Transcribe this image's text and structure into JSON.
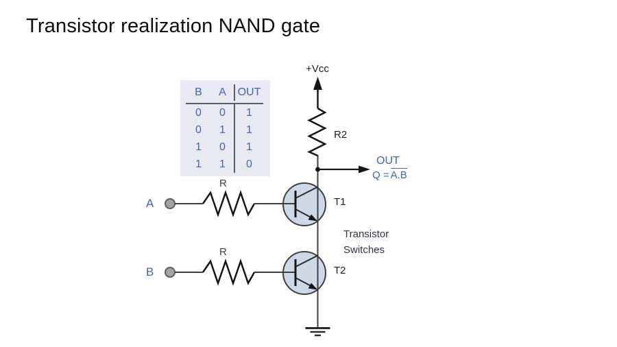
{
  "title": "Transistor realization NAND gate",
  "truth_table": {
    "headers": {
      "b": "B",
      "a": "A",
      "out": "OUT"
    },
    "rows": [
      {
        "b": "0",
        "a": "0",
        "out": "1"
      },
      {
        "b": "0",
        "a": "1",
        "out": "1"
      },
      {
        "b": "1",
        "a": "0",
        "out": "1"
      },
      {
        "b": "1",
        "a": "1",
        "out": "0"
      }
    ]
  },
  "circuit": {
    "vcc_label": "+Vcc",
    "r2_label": "R2",
    "out_label": "OUT",
    "equation_prefix": "Q =",
    "equation_overline": "A.B",
    "input_a_label": "A",
    "input_b_label": "B",
    "resistor_a_label": "R",
    "resistor_b_label": "R",
    "t1_label": "T1",
    "t2_label": "T2",
    "caption_line1": "Transistor",
    "caption_line2": "Switches"
  },
  "colors": {
    "accent_blue": "#4464ab",
    "table_background": "#e9e9f4",
    "transistor_fill": "#cdd9e7",
    "wire_gray": "#3d3d3d",
    "line_dark": "#151515"
  }
}
